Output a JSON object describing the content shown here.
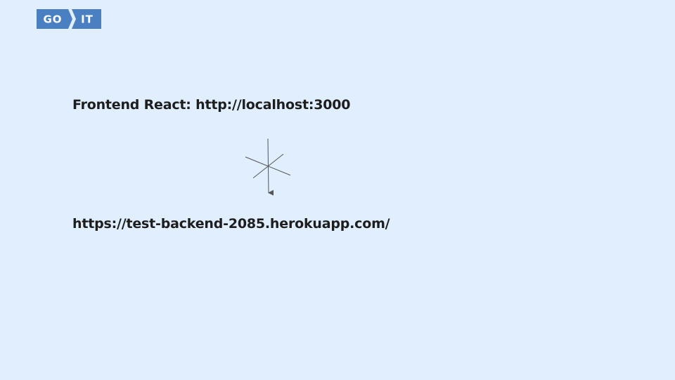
{
  "logo": {
    "left_text": "GO",
    "right_text": "IT",
    "color": "#4a7fc1"
  },
  "diagram": {
    "frontend_label": "Frontend React: http://localhost:3000",
    "backend_label": "https://test-backend-2085.herokuapp.com/"
  },
  "colors": {
    "background": "#e0eefe",
    "text": "#1d1d1d",
    "connector": "#555555"
  }
}
